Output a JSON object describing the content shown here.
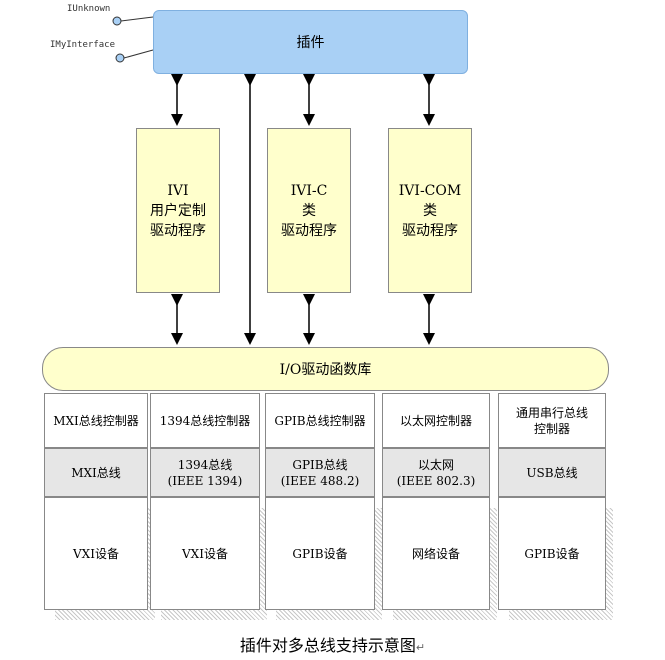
{
  "interfaces": [
    "IUnknown",
    "IMyInterface"
  ],
  "plugin_label": "插件",
  "drivers": [
    {
      "label": "IVI\n用户定制\n驱动程序"
    },
    {
      "label": "IVI-C\n类\n驱动程序"
    },
    {
      "label": "IVI-COM\n类\n驱动程序"
    }
  ],
  "io_library": "I/O驱动函数库",
  "columns": [
    {
      "controller": "MXI总线控制器",
      "bus": "MXI总线",
      "device": "VXI设备"
    },
    {
      "controller": "1394总线控制器",
      "bus": "1394总线\n(IEEE 1394)",
      "device": "VXI设备"
    },
    {
      "controller": "GPIB总线控制器",
      "bus": "GPIB总线\n(IEEE 488.2)",
      "device": "GPIB设备"
    },
    {
      "controller": "以太网控制器",
      "bus": "以太网\n(IEEE 802.3)",
      "device": "网络设备"
    },
    {
      "controller": "通用串行总线\n控制器",
      "bus": "USB总线",
      "device": "GPIB设备"
    }
  ],
  "caption": "插件对多总线支持示意图",
  "colors": {
    "plugin": "#a9d0f5",
    "driver": "#ffffcc",
    "bus_row": "#e6e6e6"
  }
}
